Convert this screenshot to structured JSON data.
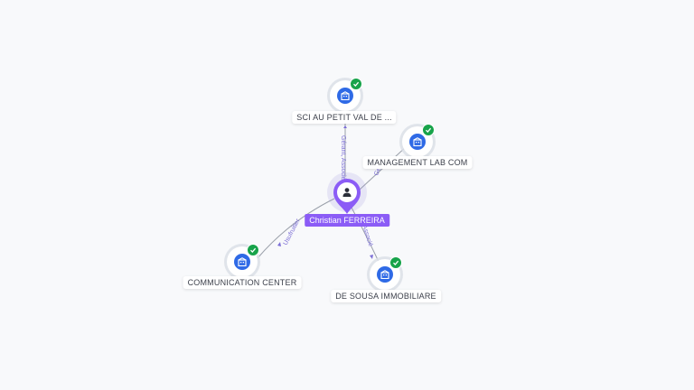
{
  "center": {
    "name": "Christian FERREIRA",
    "icon": "person-icon",
    "color": "#8b5cf6"
  },
  "companies": [
    {
      "name": "SCI AU PETIT VAL DE ...",
      "icon": "company-building-icon",
      "status": "active-check"
    },
    {
      "name": "MANAGEMENT LAB COM",
      "icon": "company-building-icon",
      "status": "active-check"
    },
    {
      "name": "COMMUNICATION CENTER",
      "icon": "company-building-icon",
      "status": "active-check"
    },
    {
      "name": "DE SOUSA IMMOBILIARE",
      "icon": "company-building-icon",
      "status": "active-check"
    }
  ],
  "relations": [
    {
      "label": "Gérant, Associé"
    },
    {
      "label": "Gé..."
    },
    {
      "label": "Usufruitier"
    },
    {
      "label": "Associé"
    }
  ],
  "colors": {
    "node_blue": "#2f6ae6",
    "badge_green": "#17a34a",
    "edge": "#9aa0aa",
    "edge_label": "#7c6fd6"
  }
}
